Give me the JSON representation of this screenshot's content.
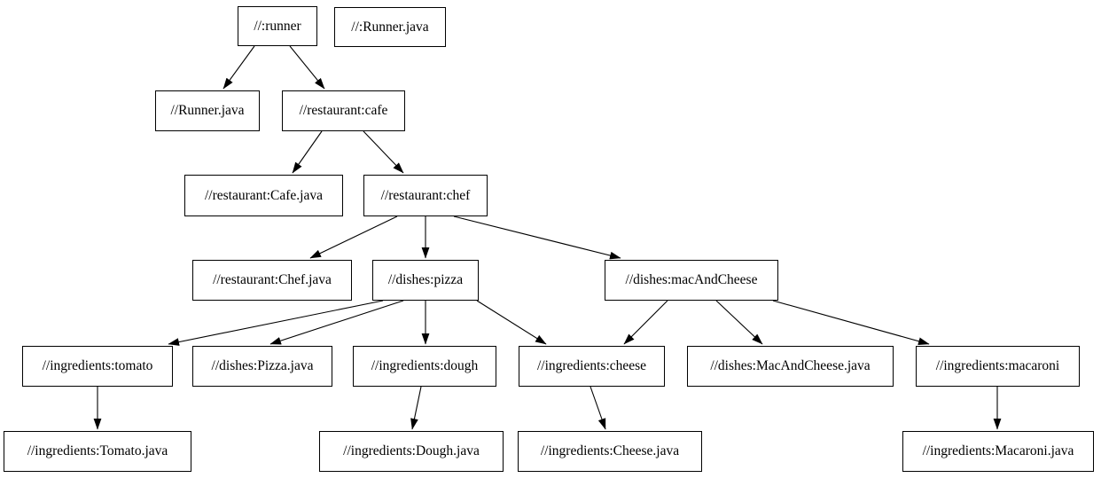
{
  "diagram": {
    "type": "dependency-graph",
    "colors": {
      "background": "#ffffff",
      "node_fill": "#ffffff",
      "node_border": "#000000",
      "edge": "#000000",
      "text": "#000000"
    },
    "nodes": [
      {
        "id": "runner",
        "label": "//:runner"
      },
      {
        "id": "runner_java_file",
        "label": "//:Runner.java"
      },
      {
        "id": "runner_java",
        "label": "//Runner.java"
      },
      {
        "id": "cafe",
        "label": "//restaurant:cafe"
      },
      {
        "id": "cafe_java",
        "label": "//restaurant:Cafe.java"
      },
      {
        "id": "chef",
        "label": "//restaurant:chef"
      },
      {
        "id": "chef_java",
        "label": "//restaurant:Chef.java"
      },
      {
        "id": "pizza",
        "label": "//dishes:pizza"
      },
      {
        "id": "mac_and_cheese",
        "label": "//dishes:macAndCheese"
      },
      {
        "id": "tomato",
        "label": "//ingredients:tomato"
      },
      {
        "id": "pizza_java",
        "label": "//dishes:Pizza.java"
      },
      {
        "id": "dough",
        "label": "//ingredients:dough"
      },
      {
        "id": "cheese",
        "label": "//ingredients:cheese"
      },
      {
        "id": "mac_and_cheese_java",
        "label": "//dishes:MacAndCheese.java"
      },
      {
        "id": "macaroni",
        "label": "//ingredients:macaroni"
      },
      {
        "id": "tomato_java",
        "label": "//ingredients:Tomato.java"
      },
      {
        "id": "dough_java",
        "label": "//ingredients:Dough.java"
      },
      {
        "id": "cheese_java",
        "label": "//ingredients:Cheese.java"
      },
      {
        "id": "macaroni_java",
        "label": "//ingredients:Macaroni.java"
      }
    ],
    "edges": [
      {
        "from": "runner",
        "to": "runner_java"
      },
      {
        "from": "runner",
        "to": "cafe"
      },
      {
        "from": "cafe",
        "to": "cafe_java"
      },
      {
        "from": "cafe",
        "to": "chef"
      },
      {
        "from": "chef",
        "to": "chef_java"
      },
      {
        "from": "chef",
        "to": "pizza"
      },
      {
        "from": "chef",
        "to": "mac_and_cheese"
      },
      {
        "from": "pizza",
        "to": "tomato"
      },
      {
        "from": "pizza",
        "to": "pizza_java"
      },
      {
        "from": "pizza",
        "to": "dough"
      },
      {
        "from": "pizza",
        "to": "cheese"
      },
      {
        "from": "mac_and_cheese",
        "to": "cheese"
      },
      {
        "from": "mac_and_cheese",
        "to": "mac_and_cheese_java"
      },
      {
        "from": "mac_and_cheese",
        "to": "macaroni"
      },
      {
        "from": "tomato",
        "to": "tomato_java"
      },
      {
        "from": "dough",
        "to": "dough_java"
      },
      {
        "from": "cheese",
        "to": "cheese_java"
      },
      {
        "from": "macaroni",
        "to": "macaroni_java"
      }
    ]
  }
}
